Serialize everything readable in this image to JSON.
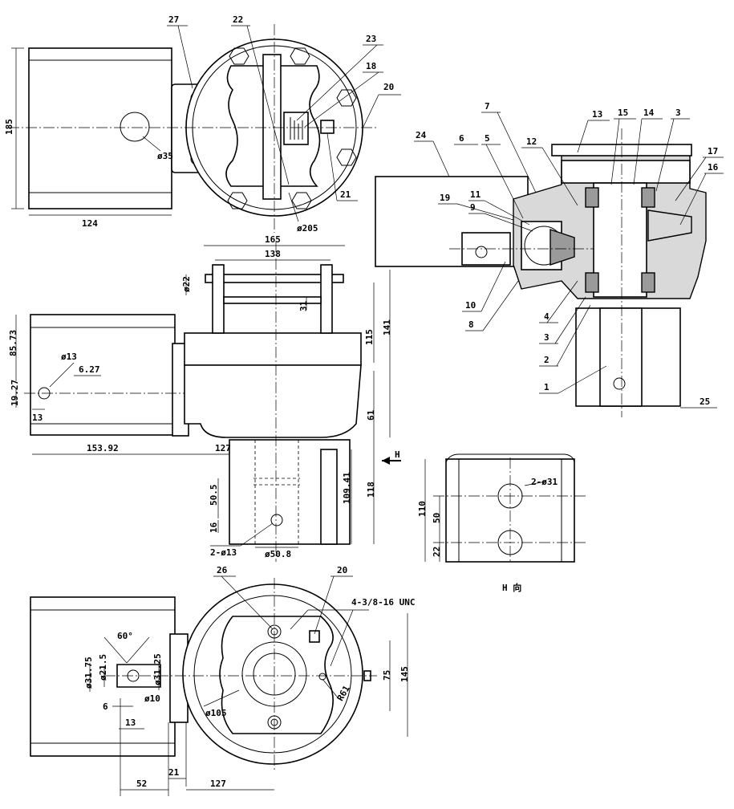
{
  "view_label": "H 向",
  "arrow_label": "H",
  "part_numbers": [
    "1",
    "2",
    "3",
    "4",
    "5",
    "6",
    "7",
    "8",
    "9",
    "10",
    "11",
    "12",
    "13",
    "14",
    "15",
    "16",
    "17",
    "18",
    "19",
    "20",
    "21",
    "22",
    "23",
    "24",
    "25",
    "26",
    "27"
  ],
  "top_view": {
    "dims": {
      "height": "185",
      "width": "124",
      "hole": "ø35",
      "flange": "ø205"
    },
    "callouts": {
      "p27": "27",
      "p22": "22",
      "p23": "23",
      "p18": "18",
      "p20": "20",
      "p21": "21"
    }
  },
  "section_view": {
    "callouts": {
      "p13": "13",
      "p15": "15",
      "p14": "14",
      "p3a": "3",
      "p7": "7",
      "p12": "12",
      "p17": "17",
      "p6": "6",
      "p5": "5",
      "p16": "16",
      "p24": "24",
      "p19": "19",
      "p11": "11",
      "p9": "9",
      "p10": "10",
      "p8": "8",
      "p4": "4",
      "p3b": "3",
      "p2": "2",
      "p1": "1",
      "p25": "25"
    }
  },
  "front_view": {
    "dims": {
      "overall_top": "165",
      "inner_top": "138",
      "d22": "ø22",
      "d31": "31",
      "d115": "115",
      "d141": "141",
      "d85": "85.73",
      "d13hole": "ø13",
      "d627": "6.27",
      "d1927": "19.27",
      "d13": "13",
      "d15392": "153.92",
      "d127": "127",
      "d61": "61",
      "d505": "50.5",
      "d16": "16",
      "d10941": "109.41",
      "d118": "118",
      "d2x13": "2-ø13",
      "d508": "ø50.8"
    }
  },
  "h_view": {
    "dims": {
      "holes": "2-ø31",
      "d110": "110",
      "d50": "50",
      "d22": "22"
    }
  },
  "bottom_view": {
    "callouts": {
      "p26": "26",
      "p20": "20"
    },
    "dims": {
      "thread": "4-3/8-16 UNC",
      "angle": "60°",
      "d3175": "ø31.75",
      "d215": "ø21.5",
      "d3125": "ø31.25",
      "d10": "ø10",
      "d6": "6",
      "d13": "13",
      "d105": "ø105",
      "r61": "R61",
      "d75": "75",
      "d145": "145",
      "d52": "52",
      "d21": "21",
      "d127": "127"
    }
  }
}
